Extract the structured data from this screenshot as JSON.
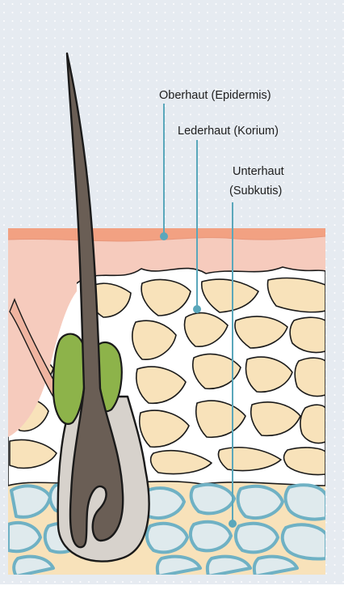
{
  "labels": {
    "epidermis": "Oberhaut (Epidermis)",
    "dermis": "Lederhaut (Korium)",
    "subcutis_line1": "Unterhaut",
    "subcutis_line2": "(Subkutis)"
  },
  "colors": {
    "panel": "#e6ebf1",
    "epidermis": "#f2a182",
    "dermis_pink": "#f6cbbd",
    "dermis_tissue": "#f8e2ba",
    "fat_cell": "#dfeaed",
    "fat_border": "#6fb1c4",
    "hair": "#6a5e55",
    "follicle": "#d7d2cc",
    "gland": "#8db34a",
    "leader": "#5aa7bb"
  }
}
